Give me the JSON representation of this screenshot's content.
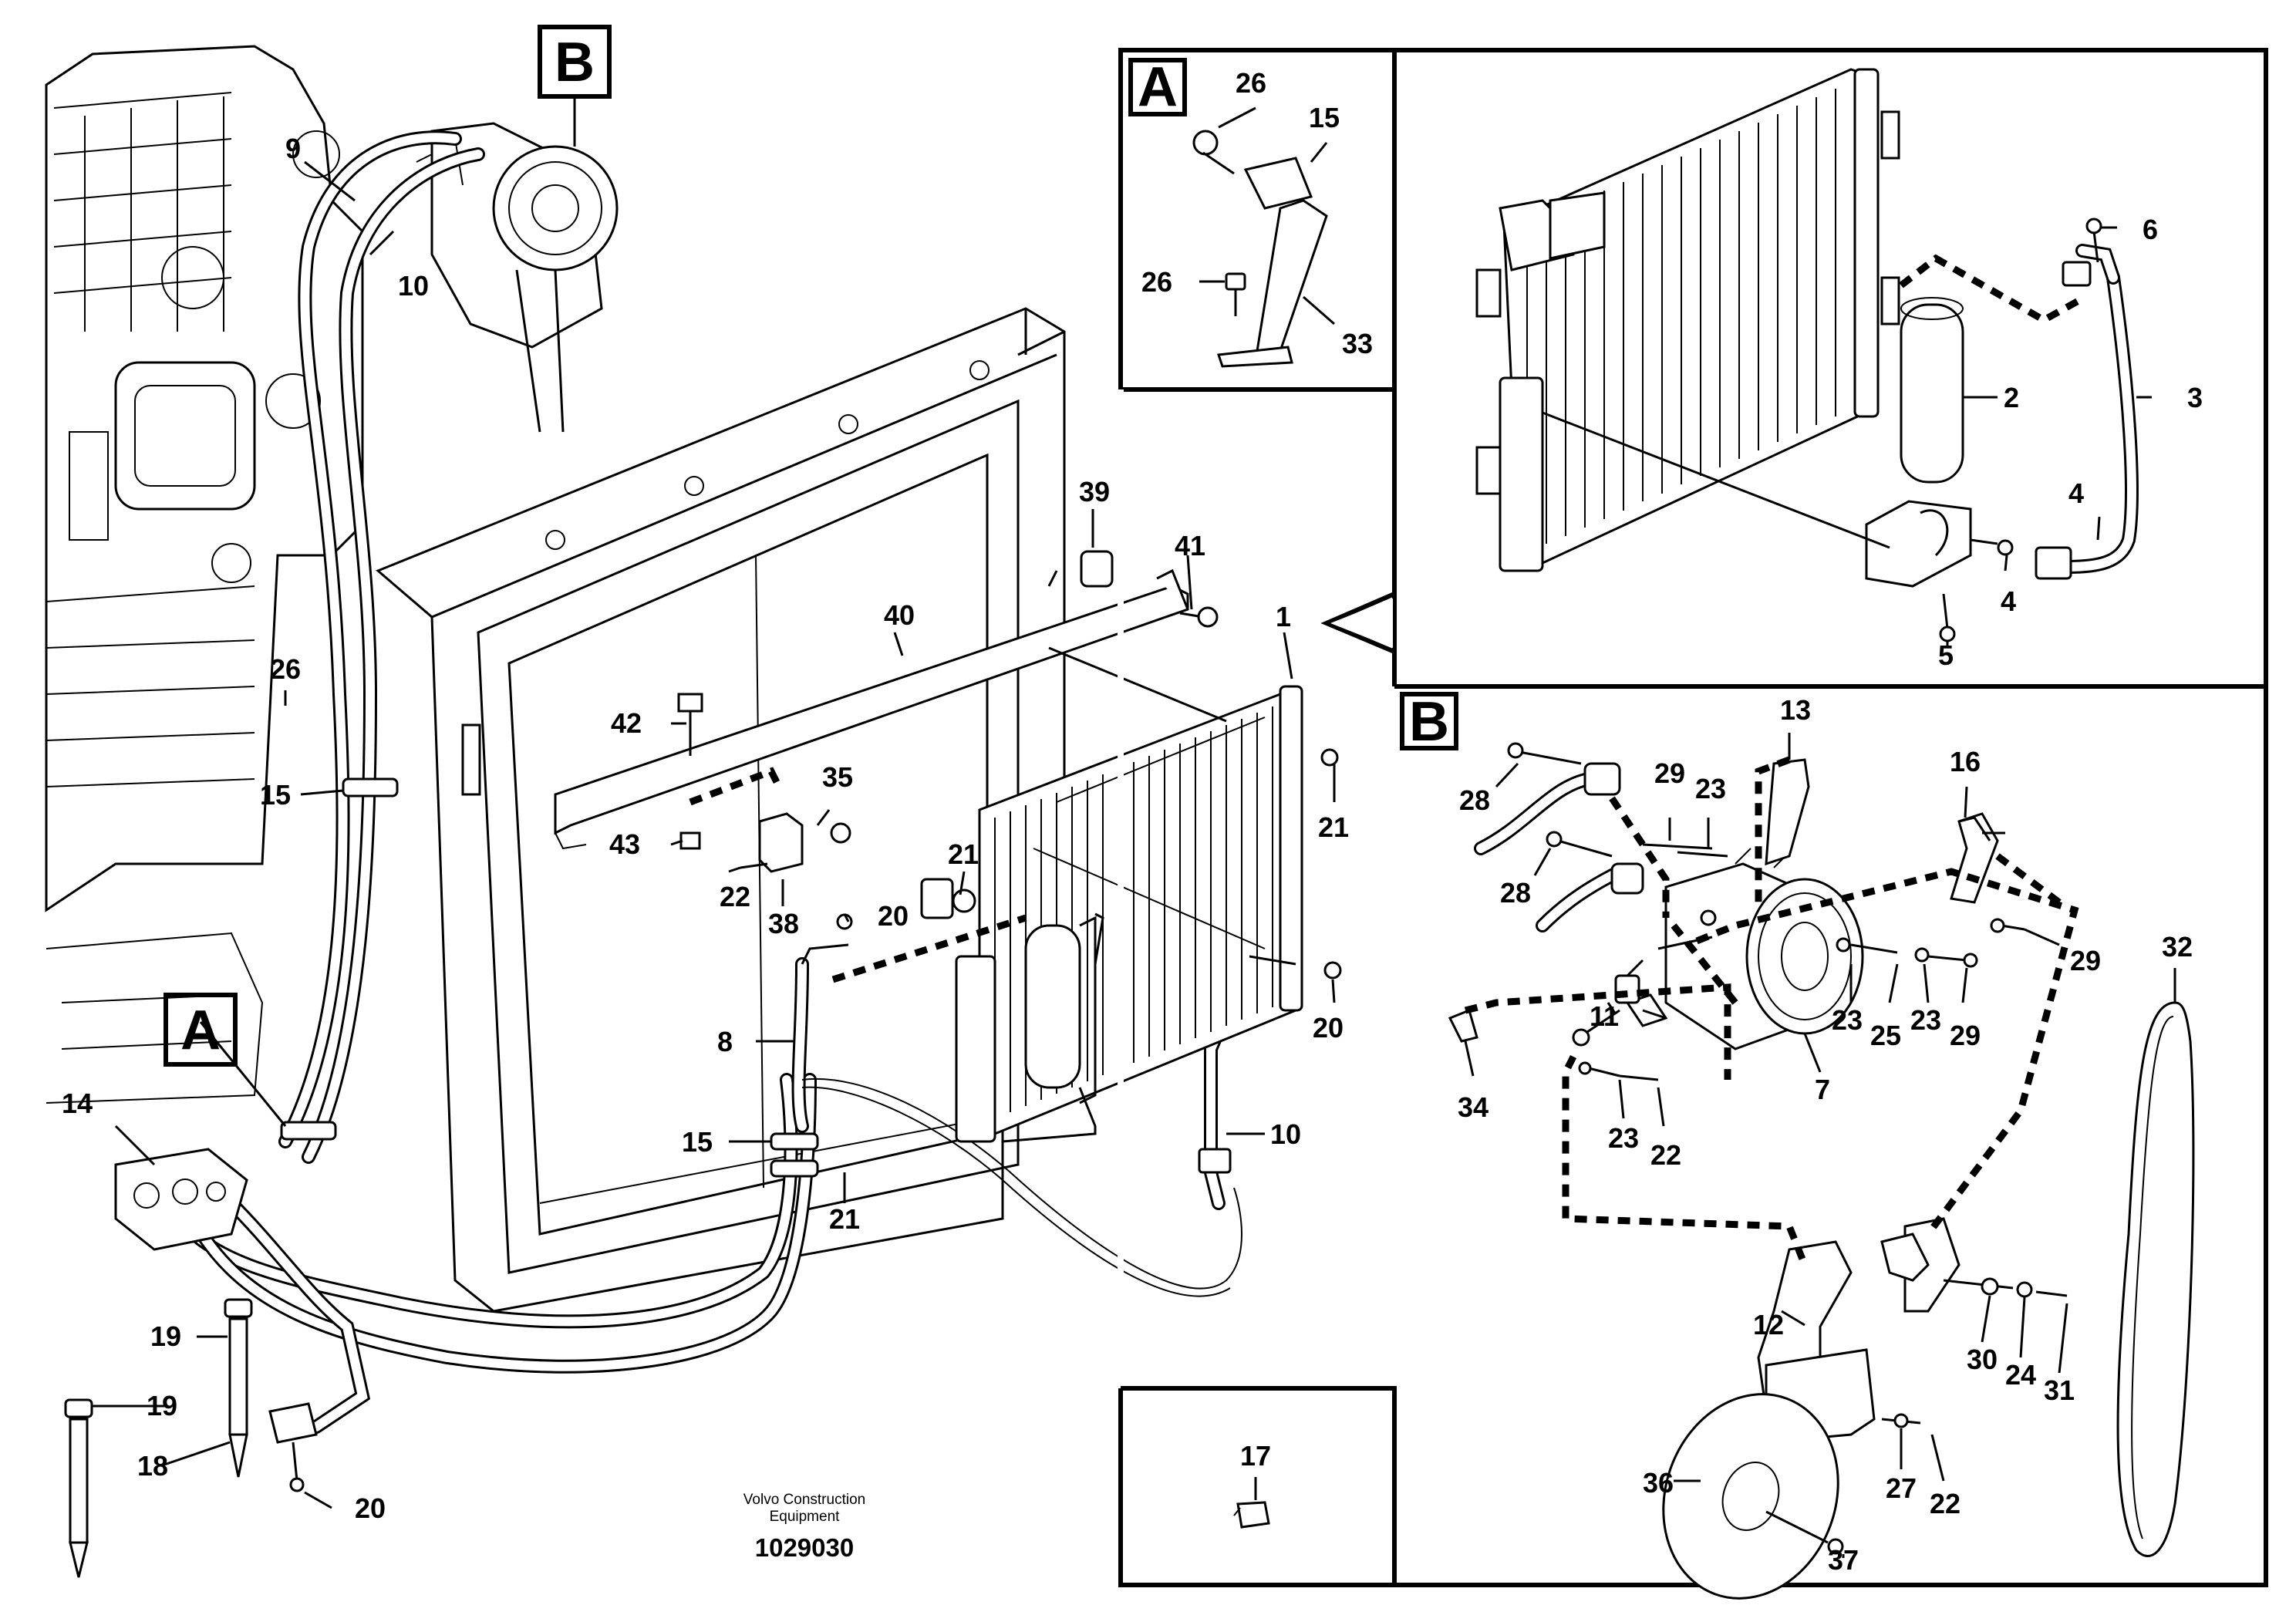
{
  "panels": {
    "a": {
      "letter": "A"
    },
    "b": {
      "letter": "B"
    }
  },
  "callouts": {
    "main_a": "A",
    "main_b": "B"
  },
  "footer": {
    "company_line1": "Volvo Construction",
    "company_line2": "Equipment",
    "drawing_number": "1029030"
  },
  "labels": {
    "m9": "9",
    "m10a": "10",
    "m26": "26",
    "m15a": "15",
    "m14": "14",
    "m19a": "19",
    "m19b": "19",
    "m18": "18",
    "m20a": "20",
    "m39": "39",
    "m41": "41",
    "m40": "40",
    "m1": "1",
    "m42": "42",
    "m43": "43",
    "m35": "35",
    "m22": "22",
    "m38": "38",
    "m21a": "21",
    "m21b": "21",
    "m20b": "20",
    "m20c": "20",
    "m8": "8",
    "m15b": "15",
    "m21c": "21",
    "m10b": "10",
    "a26a": "26",
    "a15": "15",
    "a26b": "26",
    "a33": "33",
    "t6": "6",
    "t2": "2",
    "t3": "3",
    "t4a": "4",
    "t4b": "4",
    "t5": "5",
    "b13": "13",
    "b16": "16",
    "b28a": "28",
    "b29a": "29",
    "b23a": "23",
    "b28b": "28",
    "b29b": "29",
    "b11": "11",
    "b34": "34",
    "b23b": "23",
    "b25": "25",
    "b23c": "23",
    "b29c": "29",
    "b7": "7",
    "b23d": "23",
    "b22a": "22",
    "b32": "32",
    "b12": "12",
    "b30": "30",
    "b24": "24",
    "b31": "31",
    "b36": "36",
    "b27": "27",
    "b22b": "22",
    "b37": "37",
    "p17": "17"
  }
}
